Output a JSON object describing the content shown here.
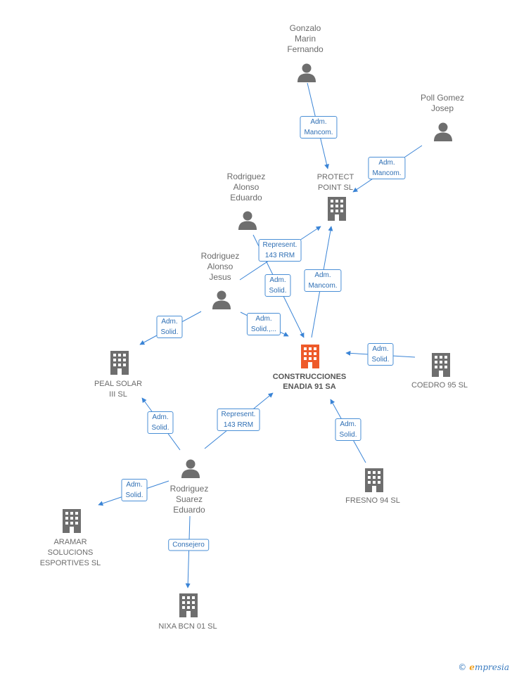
{
  "colors": {
    "edge": "#3a84d6",
    "person": "#6e6e6e",
    "company": "#6e6e6e",
    "main_company": "#ee5a2a"
  },
  "people": {
    "gonzalo": {
      "lines": [
        "Gonzalo",
        "Marin",
        "Fernando"
      ]
    },
    "poll": {
      "lines": [
        "Poll Gomez",
        "Josep"
      ]
    },
    "eduardo_alonso": {
      "lines": [
        "Rodriguez",
        "Alonso",
        "Eduardo"
      ]
    },
    "jesus": {
      "lines": [
        "Rodriguez",
        "Alonso",
        "Jesus"
      ]
    },
    "suarez": {
      "lines": [
        "Rodriguez",
        "Suarez",
        "Eduardo"
      ]
    }
  },
  "companies": {
    "main": {
      "lines": [
        "CONSTRUCCIONES",
        "ENADIA 91 SA"
      ]
    },
    "protect": {
      "lines": [
        "PROTECT",
        "POINT SL"
      ]
    },
    "peal": {
      "lines": [
        "PEAL SOLAR",
        "III SL"
      ]
    },
    "coedro": {
      "lines": [
        "COEDRO 95 SL"
      ]
    },
    "fresno": {
      "lines": [
        "FRESNO 94 SL"
      ]
    },
    "aramar": {
      "lines": [
        "ARAMAR",
        "SOLUCIONS",
        "ESPORTIVES SL"
      ]
    },
    "nixa": {
      "lines": [
        "NIXA BCN 01 SL"
      ]
    }
  },
  "edges": {
    "e1": {
      "lines": [
        "Adm.",
        "Mancom."
      ]
    },
    "e2": {
      "lines": [
        "Adm.",
        "Mancom."
      ]
    },
    "e3": {
      "lines": [
        "Represent.",
        "143 RRM"
      ]
    },
    "e4": {
      "lines": [
        "Adm.",
        "Solid."
      ]
    },
    "e5": {
      "lines": [
        "Adm.",
        "Mancom."
      ]
    },
    "e6": {
      "lines": [
        "Adm.",
        "Solid."
      ]
    },
    "e7": {
      "lines": [
        "Adm.",
        "Solid.,..."
      ]
    },
    "e8": {
      "lines": [
        "Adm.",
        "Solid."
      ]
    },
    "e9": {
      "lines": [
        "Adm.",
        "Solid."
      ]
    },
    "e10": {
      "lines": [
        "Adm.",
        "Solid."
      ]
    },
    "e11": {
      "lines": [
        "Represent.",
        "143 RRM"
      ]
    },
    "e12": {
      "lines": [
        "Adm.",
        "Solid."
      ]
    },
    "e13": {
      "lines": [
        "Consejero"
      ]
    }
  },
  "footer": {
    "copyright": "©",
    "brand_initial": "e",
    "brand_rest": "mpresia"
  }
}
